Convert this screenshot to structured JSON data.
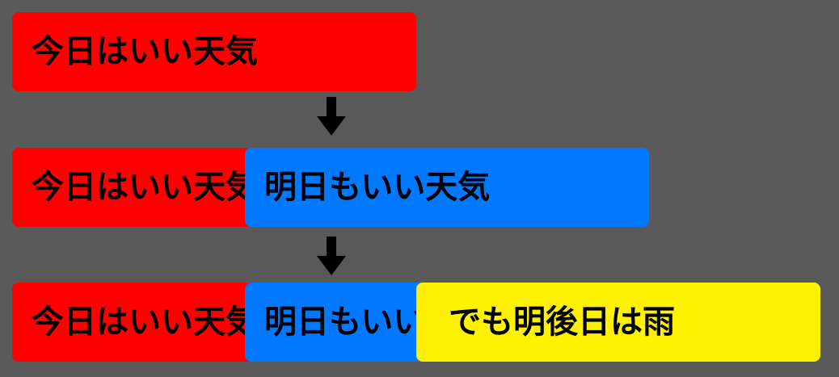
{
  "steps": [
    {
      "boxes": [
        "今日はいい天気"
      ]
    },
    {
      "boxes": [
        "今日はいい天気",
        "明日もいい天気"
      ]
    },
    {
      "boxes": [
        "今日はいい天気",
        "明日もいい天気",
        "でも明後日は雨"
      ]
    }
  ],
  "colors": {
    "background": "#595959",
    "box1": "#ff0000",
    "box2": "#0078ff",
    "box3": "#fff200",
    "arrow": "#000000"
  },
  "icons": [
    "down-arrow-icon"
  ]
}
